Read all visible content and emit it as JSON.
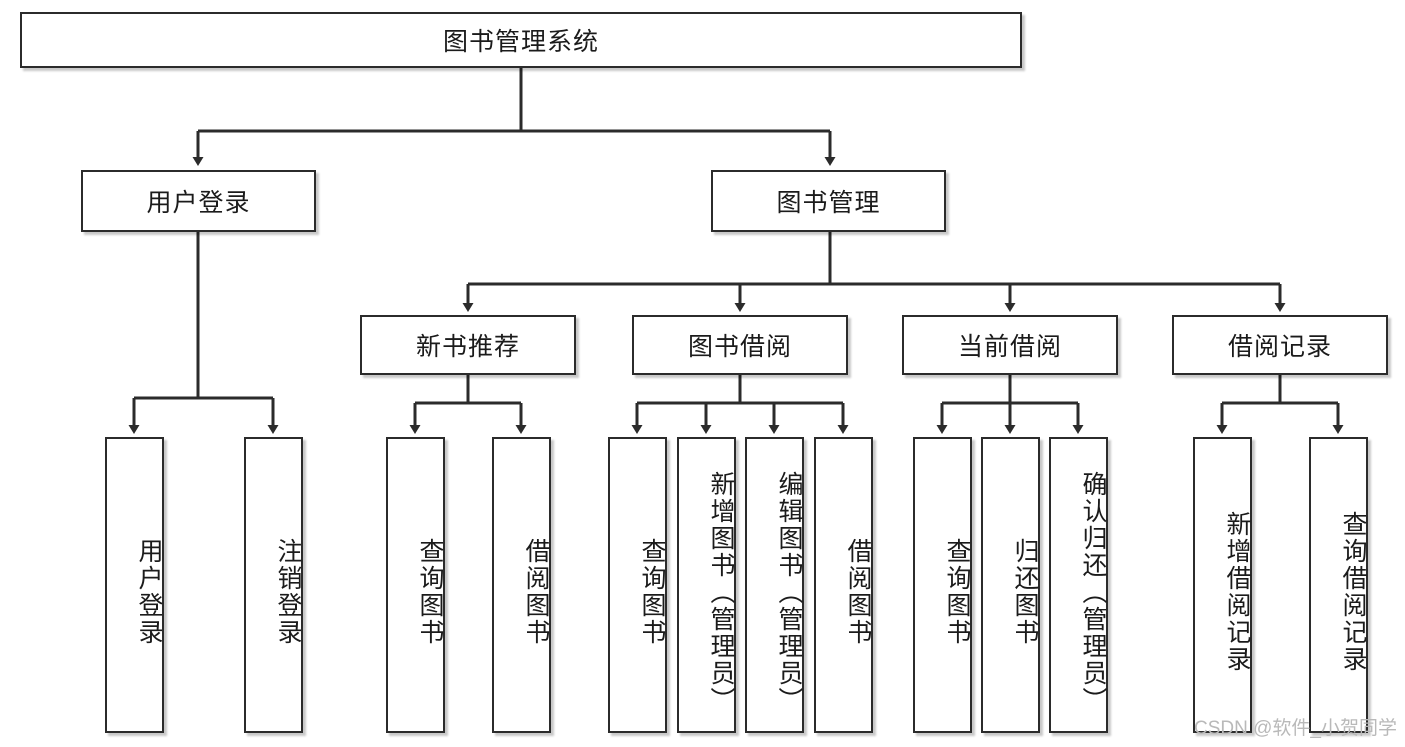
{
  "diagram": {
    "title": "图书管理系统",
    "type": "tree-hierarchy",
    "root": {
      "label": "图书管理系统"
    },
    "level2": [
      {
        "label": "用户登录"
      },
      {
        "label": "图书管理"
      }
    ],
    "level3": [
      {
        "label": "新书推荐"
      },
      {
        "label": "图书借阅"
      },
      {
        "label": "当前借阅"
      },
      {
        "label": "借阅记录"
      }
    ],
    "leaves": {
      "user_login": [
        {
          "label": "用户登录"
        },
        {
          "label": "注销登录"
        }
      ],
      "new_book_recommend": [
        {
          "label": "查询图书"
        },
        {
          "label": "借阅图书"
        }
      ],
      "book_borrow": [
        {
          "label": "查询图书"
        },
        {
          "label": "新增图书（管理员）"
        },
        {
          "label": "编辑图书（管理员）"
        },
        {
          "label": "借阅图书"
        }
      ],
      "current_borrow": [
        {
          "label": "查询图书"
        },
        {
          "label": "归还图书"
        },
        {
          "label": "确认归还（管理员）"
        }
      ],
      "borrow_record": [
        {
          "label": "新增借阅记录"
        },
        {
          "label": "查询借阅记录"
        }
      ]
    }
  },
  "watermark": {
    "text": "CSDN @软件_小贺同学"
  },
  "colors": {
    "stroke": "#2b2b2b",
    "node_fill": "#ffffff",
    "text": "#1b1b1b",
    "watermark": "#b9b9b9"
  }
}
